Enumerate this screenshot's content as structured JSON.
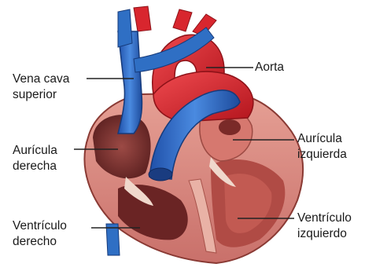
{
  "diagram": {
    "labels": {
      "vena_cava_superior": {
        "line1": "Vena cava",
        "line2": "superior"
      },
      "aorta": {
        "line1": "Aorta"
      },
      "auricula_derecha": {
        "line1": "Aurícula",
        "line2": "derecha"
      },
      "auricula_izquierda": {
        "line1": "Aurícula",
        "line2": "izquierda"
      },
      "ventriculo_derecho": {
        "line1": "Ventrículo",
        "line2": "derecho"
      },
      "ventriculo_izquierdo": {
        "line1": "Ventrículo",
        "line2": "izquierdo"
      }
    },
    "colors": {
      "artery_red": "#d8262e",
      "vein_blue": "#2f6fc4",
      "muscle_pink": "#d98a7e",
      "chamber_dark": "#6e2a2a",
      "leader_line": "#222222"
    }
  }
}
